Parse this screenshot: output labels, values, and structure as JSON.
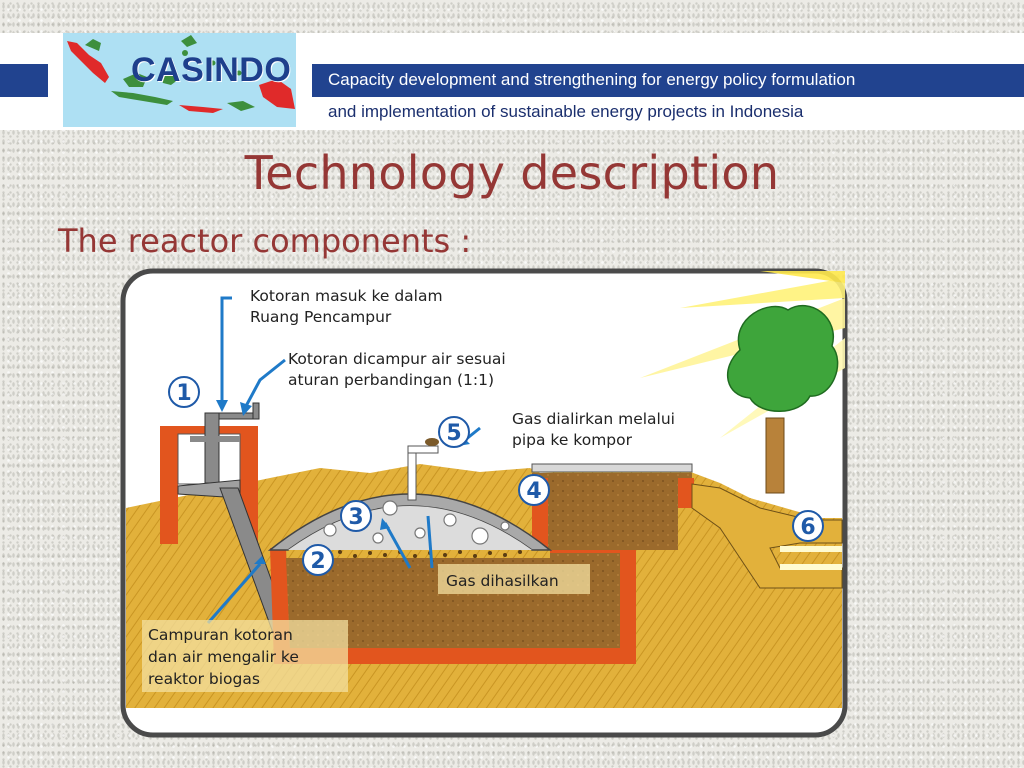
{
  "header": {
    "logo_text": "CASINDO",
    "tagline_line1": "Capacity development and strengthening for energy policy formulation",
    "tagline_line2": "and implementation of sustainable energy projects in Indonesia"
  },
  "slide": {
    "title": "Technology description",
    "subtitle": "The reactor components :"
  },
  "diagram": {
    "callouts": {
      "inlet_line1": "Kotoran masuk ke dalam",
      "inlet_line2": "Ruang Pencampur",
      "mix_line1": "Kotoran dicampur air sesuai",
      "mix_line2": "aturan perbandingan (1:1)",
      "gas_pipe_line1": "Gas dialirkan melalui",
      "gas_pipe_line2": "pipa ke kompor",
      "gas_produced": "Gas dihasilkan",
      "flow_line1": "Campuran kotoran",
      "flow_line2": "dan air mengalir ke",
      "flow_line3": "reaktor biogas"
    },
    "numbers": [
      "1",
      "2",
      "3",
      "4",
      "5",
      "6"
    ]
  },
  "colors": {
    "title": "#953735",
    "header_blue": "#21438f",
    "soil": "#e3b23a",
    "slurry": "#9c6a2a",
    "wall": "#e2551e",
    "dome": "#a9a9a9",
    "tree": "#3ea53b",
    "number_badge": "#1f5aa8"
  }
}
